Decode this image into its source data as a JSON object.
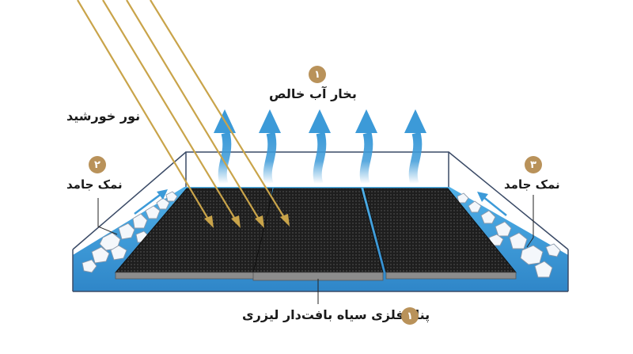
{
  "labels": {
    "vapor": "بخار آب خالص",
    "sunlight": "نور خورشید",
    "salt_left": "نمک جامد",
    "salt_right": "نمک جامد",
    "panel": "پنل فلزی سیاه بافت‌دار لیزری"
  },
  "badges": {
    "vapor": "۱",
    "salt_left": "۲",
    "salt_right": "۳",
    "panel": "۱"
  },
  "colors": {
    "accent_gold": "#b9925a",
    "water_blue": "#3c9ad8",
    "panel_dark": "#222222",
    "sun_ray": "#c9a44a"
  }
}
